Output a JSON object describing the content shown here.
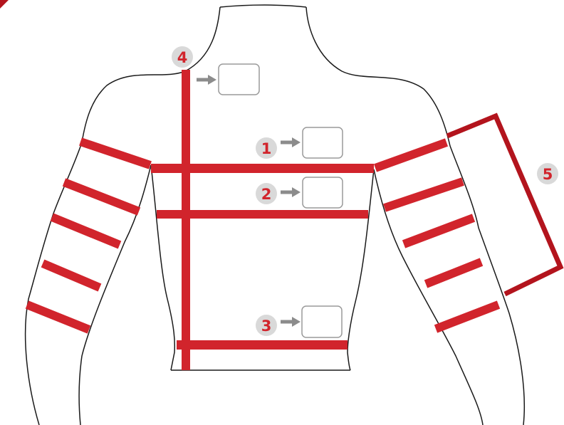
{
  "colors": {
    "measure_red": "#d1242c",
    "bracket_red": "#b3141d",
    "outline": "#1a1a1a",
    "badge_fill": "#d9d9d9",
    "arrow_grey": "#8c8c8c",
    "box_border": "#9a9a9a"
  },
  "markers": [
    {
      "id": "1",
      "label": "1",
      "has_input": true
    },
    {
      "id": "2",
      "label": "2",
      "has_input": true
    },
    {
      "id": "3",
      "label": "3",
      "has_input": true
    },
    {
      "id": "4",
      "label": "4",
      "has_input": true
    },
    {
      "id": "5",
      "label": "5",
      "has_input": false
    }
  ],
  "inputs": {
    "measure_1": "",
    "measure_2": "",
    "measure_3": "",
    "measure_4": ""
  }
}
